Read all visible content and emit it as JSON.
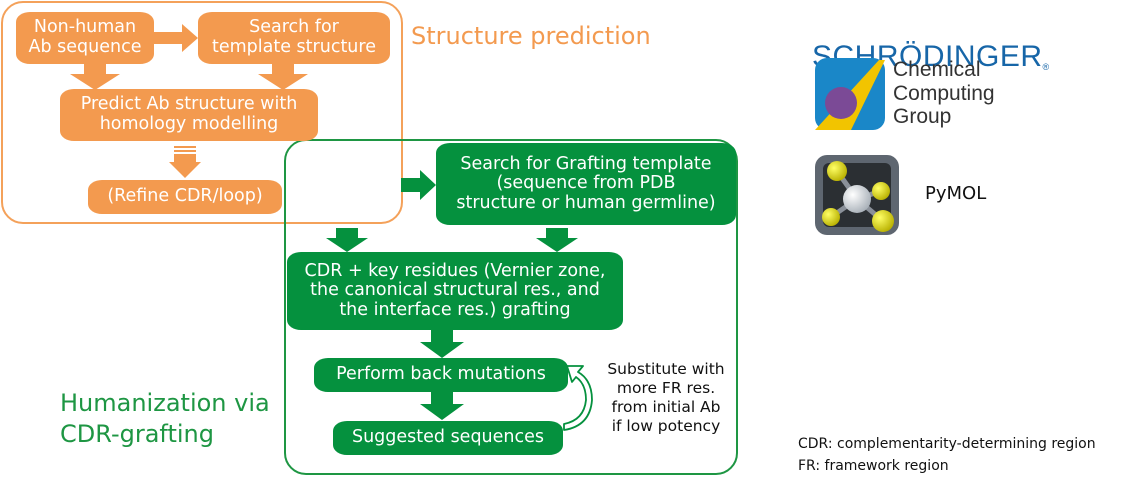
{
  "sections": {
    "structure_prediction": {
      "title": "Structure prediction",
      "color": "#F39A4F",
      "nodes": {
        "non_human_ab": "Non-human\nAb sequence",
        "search_template": "Search for\ntemplate structure",
        "predict_structure": "Predict Ab structure with\nhomology modelling",
        "refine_cdr": "(Refine CDR/loop)"
      }
    },
    "humanization": {
      "title": "Humanization via\nCDR-grafting",
      "color": "#05913E",
      "nodes": {
        "search_grafting": "Search for Grafting template\n(sequence from PDB\nstructure or human germline)",
        "cdr_grafting": "CDR + key residues (Vernier zone,\nthe canonical structural res., and\nthe interface res.) grafting",
        "back_mutations": "Perform back mutations",
        "suggested_sequences": "Suggested sequences"
      },
      "loop_note": "Substitute with\nmore FR res.\nfrom initial Ab\nif low potency"
    }
  },
  "logos": {
    "schrodinger": "SCHRÖDINGER",
    "schrodinger_mark": "®",
    "ccg": "Chemical\nComputing\nGroup",
    "pymol": "PyMOL"
  },
  "legend": {
    "cdr": "CDR: complementarity-determining region",
    "fr": "FR: framework region"
  }
}
